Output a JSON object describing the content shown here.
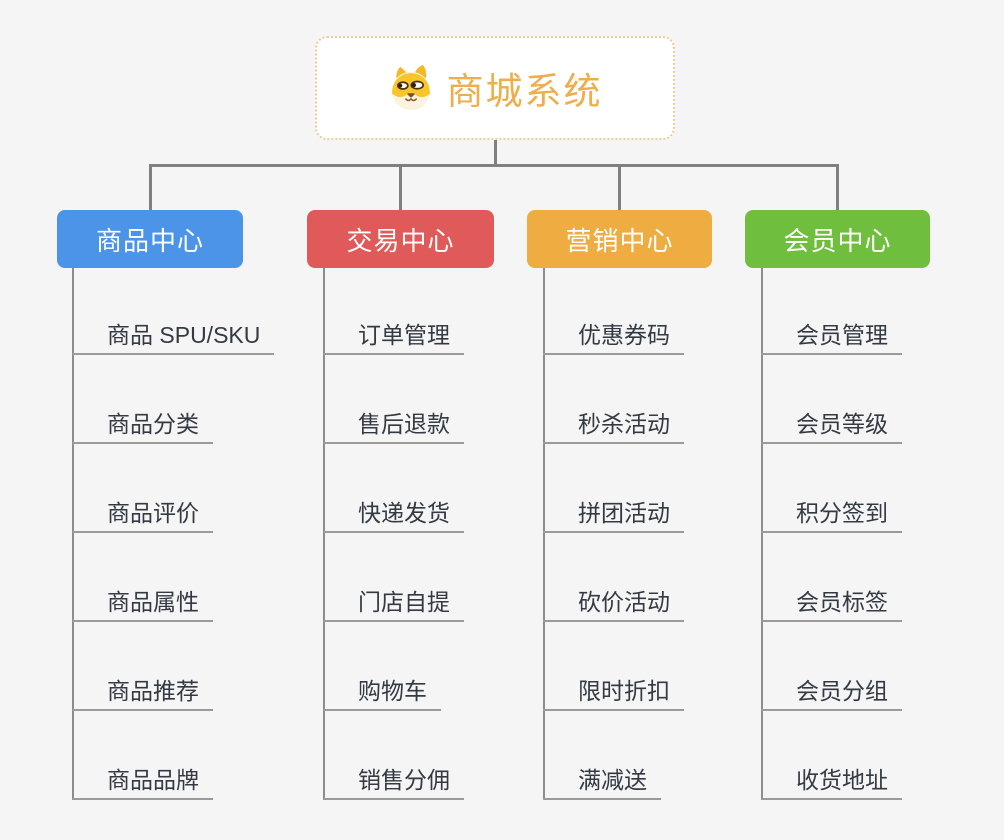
{
  "app": {
    "background_color": "#f5f5f5",
    "connector_color": "#808080",
    "leaf_underline_color": "#9a9a9a"
  },
  "root": {
    "title": "商城系统",
    "icon": "dog-face-icon",
    "title_color": "#efae4c",
    "border_color": "#f3c98e"
  },
  "branches": [
    {
      "label": "商品中心",
      "color": "#4b94e8",
      "children": [
        "商品 SPU/SKU",
        "商品分类",
        "商品评价",
        "商品属性",
        "商品推荐",
        "商品品牌"
      ]
    },
    {
      "label": "交易中心",
      "color": "#e15a5a",
      "children": [
        "订单管理",
        "售后退款",
        "快递发货",
        "门店自提",
        "购物车",
        "销售分佣"
      ]
    },
    {
      "label": "营销中心",
      "color": "#efac40",
      "children": [
        "优惠券码",
        "秒杀活动",
        "拼团活动",
        "砍价活动",
        "限时折扣",
        "满减送"
      ]
    },
    {
      "label": "会员中心",
      "color": "#6fbe3e",
      "children": [
        "会员管理",
        "会员等级",
        "积分签到",
        "会员标签",
        "会员分组",
        "收货地址"
      ]
    }
  ]
}
